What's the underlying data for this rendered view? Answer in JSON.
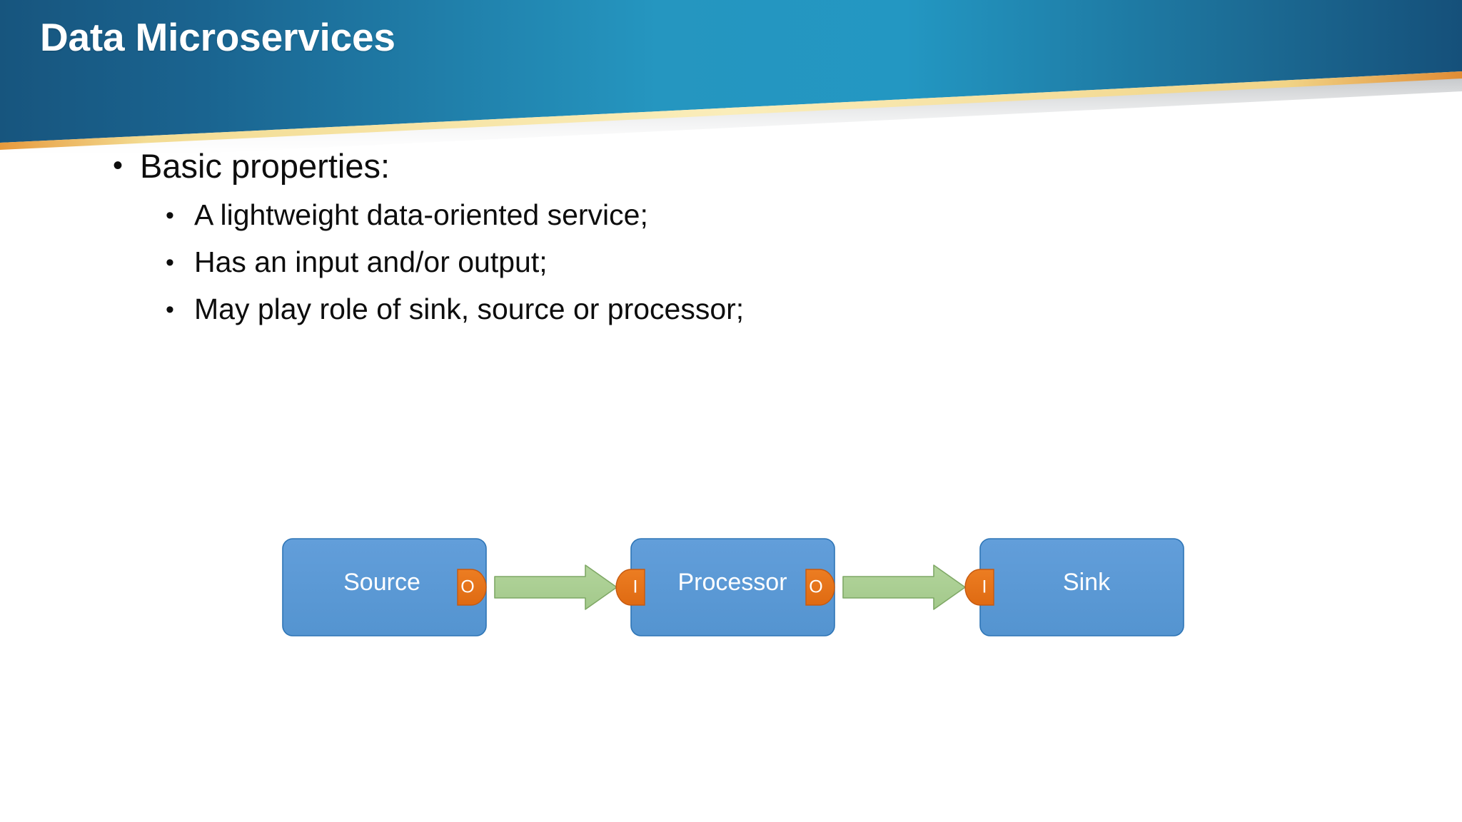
{
  "slide": {
    "title": "Data Microservices",
    "theme": {
      "banner_blue_left": "#17557E",
      "banner_blue_mid": "#2596C0",
      "banner_blue_right": "#17557E",
      "accent_gold": "#F2D98A",
      "accent_gold_edge": "#E8A33D",
      "background": "#FFFFFF",
      "text": "#0D0D0D",
      "node_fill": "#5B9BD5",
      "node_stroke": "#2E75B6",
      "port_fill": "#E8741C",
      "port_stroke": "#C55A11",
      "arrow_fill": "#A9CE92",
      "arrow_stroke": "#7FA866"
    }
  },
  "content": {
    "bullets": [
      {
        "marker": "•",
        "text": "Basic properties:",
        "children": [
          {
            "marker": "•",
            "text": "A lightweight data-oriented service;"
          },
          {
            "marker": "•",
            "text": "Has an input and/or output;"
          },
          {
            "marker": "•",
            "text": "May play role of sink, source or processor;"
          }
        ]
      }
    ]
  },
  "diagram": {
    "type": "pipeline-flow",
    "nodes": [
      {
        "id": "source",
        "label": "Source",
        "ports": {
          "input": null,
          "output": "O"
        }
      },
      {
        "id": "processor",
        "label": "Processor",
        "ports": {
          "input": "I",
          "output": "O"
        }
      },
      {
        "id": "sink",
        "label": "Sink",
        "ports": {
          "input": "I",
          "output": null
        }
      }
    ],
    "connections": [
      {
        "from": "source",
        "to": "processor",
        "shape": "arrow-right"
      },
      {
        "from": "processor",
        "to": "sink",
        "shape": "arrow-right"
      }
    ]
  }
}
